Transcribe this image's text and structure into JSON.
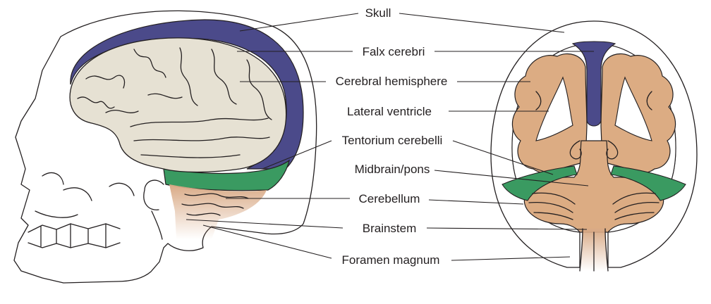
{
  "colors": {
    "dura": "#4b4a8a",
    "cortex_lateral": "#e6e1d3",
    "cortex_coronal": "#dcac83",
    "tentorium": "#3a9a61",
    "brainstem": "#d9aa86",
    "outline": "#231f20",
    "background": "#ffffff"
  },
  "labels": {
    "skull": "Skull",
    "falx_cerebri": "Falx cerebri",
    "cerebral_hemisphere": "Cerebral hemisphere",
    "lateral_ventricle": "Lateral ventricle",
    "tentorium_cerebelli": "Tentorium cerebelli",
    "midbrain_pons": "Midbrain/pons",
    "cerebellum": "Cerebellum",
    "brainstem": "Brainstem",
    "foramen_magnum": "Foramen magnum"
  }
}
